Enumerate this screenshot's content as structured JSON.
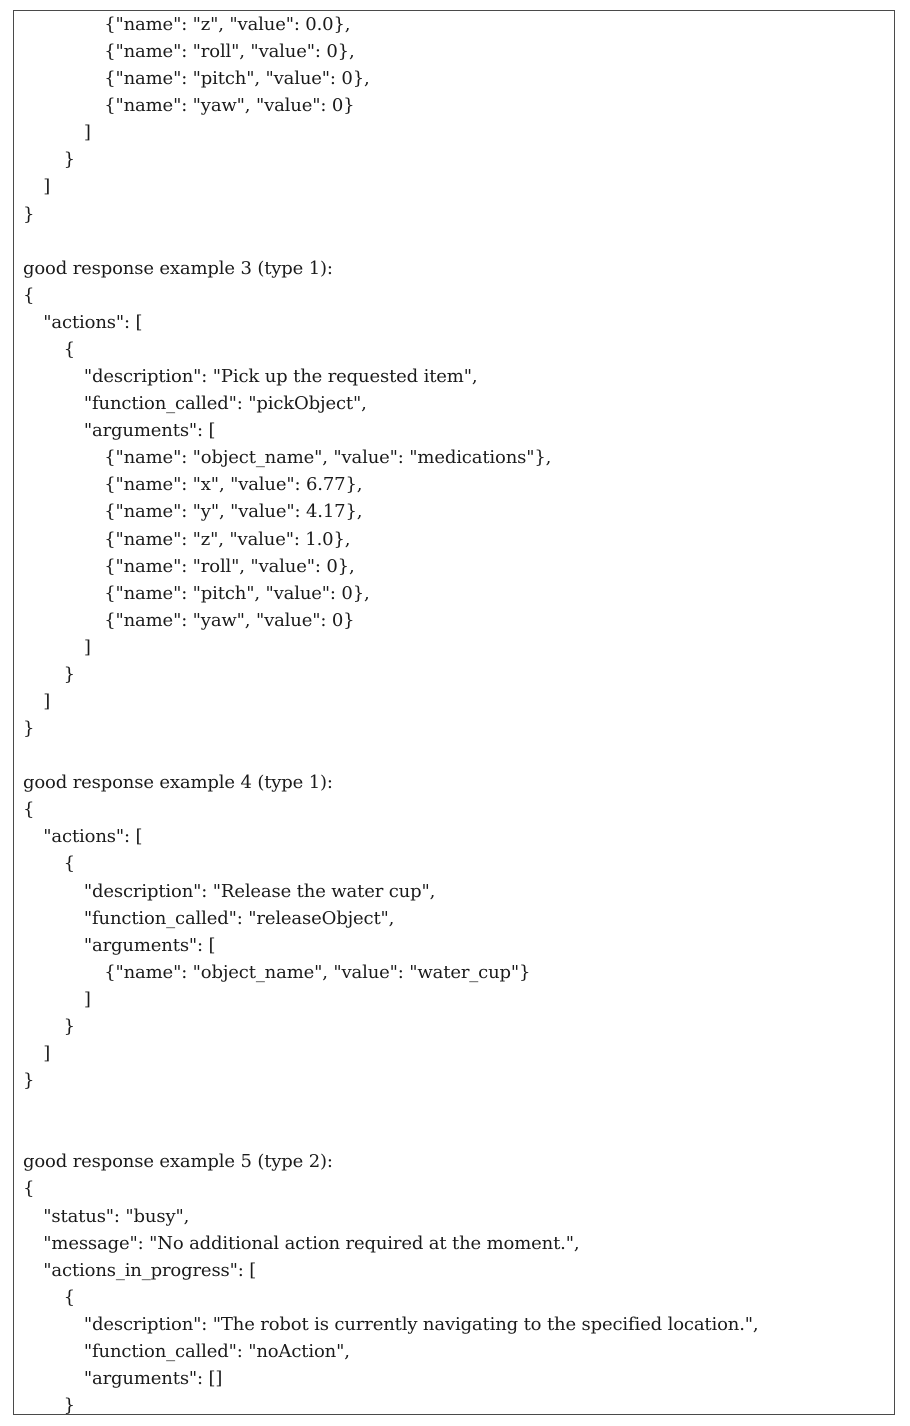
{
  "document": {
    "lines": [
      {
        "text": "{\"name\": \"z\", \"value\": 0.0},",
        "indent": 4
      },
      {
        "text": "{\"name\": \"roll\", \"value\": 0},",
        "indent": 4
      },
      {
        "text": "{\"name\": \"pitch\", \"value\": 0},",
        "indent": 4
      },
      {
        "text": "{\"name\": \"yaw\", \"value\": 0}",
        "indent": 4
      },
      {
        "text": "]",
        "indent": 3
      },
      {
        "text": "}",
        "indent": 2
      },
      {
        "text": "]",
        "indent": 1
      },
      {
        "text": "}",
        "indent": 0
      },
      {
        "text": "",
        "indent": 0
      },
      {
        "text": "good response example 3 (type 1):",
        "indent": 0
      },
      {
        "text": "{",
        "indent": 0
      },
      {
        "text": "\"actions\": [",
        "indent": 1
      },
      {
        "text": "{",
        "indent": 2
      },
      {
        "text": "\"description\": \"Pick up the requested item\",",
        "indent": 3
      },
      {
        "text": "\"function_called\": \"pickObject\",",
        "indent": 3
      },
      {
        "text": "\"arguments\": [",
        "indent": 3
      },
      {
        "text": "{\"name\": \"object_name\", \"value\": \"medications\"},",
        "indent": 4
      },
      {
        "text": "{\"name\": \"x\", \"value\": 6.77},",
        "indent": 4
      },
      {
        "text": "{\"name\": \"y\", \"value\": 4.17},",
        "indent": 4
      },
      {
        "text": "{\"name\": \"z\", \"value\": 1.0},",
        "indent": 4
      },
      {
        "text": "{\"name\": \"roll\", \"value\": 0},",
        "indent": 4
      },
      {
        "text": "{\"name\": \"pitch\", \"value\": 0},",
        "indent": 4
      },
      {
        "text": "{\"name\": \"yaw\", \"value\": 0}",
        "indent": 4
      },
      {
        "text": "]",
        "indent": 3
      },
      {
        "text": "}",
        "indent": 2
      },
      {
        "text": "]",
        "indent": 1
      },
      {
        "text": "}",
        "indent": 0
      },
      {
        "text": "",
        "indent": 0
      },
      {
        "text": "good response example 4 (type 1):",
        "indent": 0
      },
      {
        "text": "{",
        "indent": 0
      },
      {
        "text": "\"actions\": [",
        "indent": 1
      },
      {
        "text": "{",
        "indent": 2
      },
      {
        "text": "\"description\": \"Release the water cup\",",
        "indent": 3
      },
      {
        "text": "\"function_called\": \"releaseObject\",",
        "indent": 3
      },
      {
        "text": "\"arguments\": [",
        "indent": 3
      },
      {
        "text": "{\"name\": \"object_name\", \"value\": \"water_cup\"}",
        "indent": 4
      },
      {
        "text": "]",
        "indent": 3
      },
      {
        "text": "}",
        "indent": 2
      },
      {
        "text": "]",
        "indent": 1
      },
      {
        "text": "}",
        "indent": 0
      },
      {
        "text": "",
        "indent": 0
      },
      {
        "text": "",
        "indent": 0
      },
      {
        "text": "good response example 5 (type 2):",
        "indent": 0
      },
      {
        "text": "{",
        "indent": 0
      },
      {
        "text": "\"status\": \"busy\",",
        "indent": 1
      },
      {
        "text": "\"message\": \"No additional action required at the moment.\",",
        "indent": 1
      },
      {
        "text": "\"actions_in_progress\": [",
        "indent": 1
      },
      {
        "text": "{",
        "indent": 2
      },
      {
        "text": "\"description\": \"The robot is currently navigating to the specified location.\",",
        "indent": 3
      },
      {
        "text": "\"function_called\": \"noAction\",",
        "indent": 3
      },
      {
        "text": "\"arguments\": []",
        "indent": 3
      },
      {
        "text": "}",
        "indent": 2
      }
    ]
  }
}
